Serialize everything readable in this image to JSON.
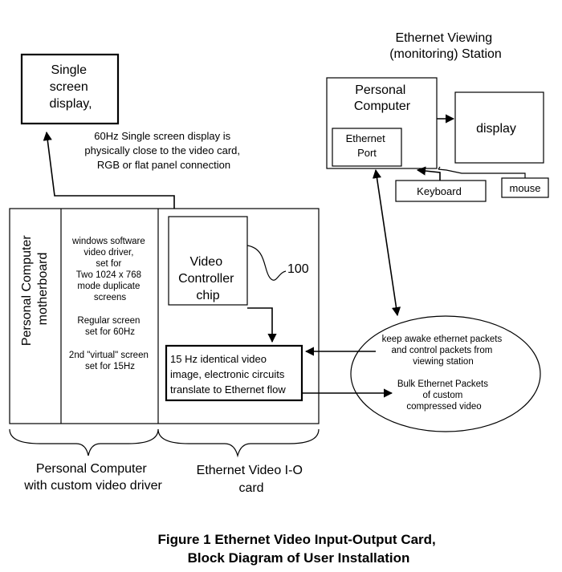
{
  "monitor_station": {
    "title_lines": [
      "Ethernet Viewing",
      "(monitoring) Station"
    ],
    "pc_lines": [
      "Personal",
      "Computer"
    ],
    "port_lines": [
      "Ethernet",
      "Port"
    ],
    "display": "display",
    "keyboard": "Keyboard",
    "mouse": "mouse"
  },
  "single_display": {
    "lines": [
      "Single",
      "screen",
      "display,"
    ],
    "note_lines": [
      "60Hz Single screen display is",
      "physically close to the video card,",
      "RGB or flat panel connection"
    ]
  },
  "host_pc": {
    "motherboard_lines": [
      "Personal Computer",
      "motherboard"
    ],
    "driver_lines": [
      "windows software",
      "video driver,",
      "set for",
      "Two 1024 x 768",
      "mode duplicate",
      "screens"
    ],
    "regular_lines": [
      "Regular screen",
      "set for 60Hz"
    ],
    "virtual_lines": [
      "2nd \"virtual\" screen",
      "set for 15Hz"
    ]
  },
  "card": {
    "chip_lines": [
      "Video",
      "Controller",
      "chip"
    ],
    "ref_number": "100",
    "circuit_lines": [
      "15 Hz identical video",
      "image, electronic circuits",
      "translate to Ethernet flow"
    ]
  },
  "packets": {
    "keepawake_lines": [
      "keep awake ethernet packets",
      "and control packets from",
      "viewing station"
    ],
    "bulk_lines": [
      "Bulk Ethernet Packets",
      "of custom",
      "compressed video"
    ]
  },
  "brace_labels": {
    "pc_lines": [
      "Personal Computer",
      "with custom video driver"
    ],
    "card_lines": [
      "Ethernet Video I-O",
      "card"
    ]
  },
  "caption_lines": [
    "Figure 1 Ethernet Video Input-Output Card,",
    "Block Diagram of User Installation"
  ]
}
